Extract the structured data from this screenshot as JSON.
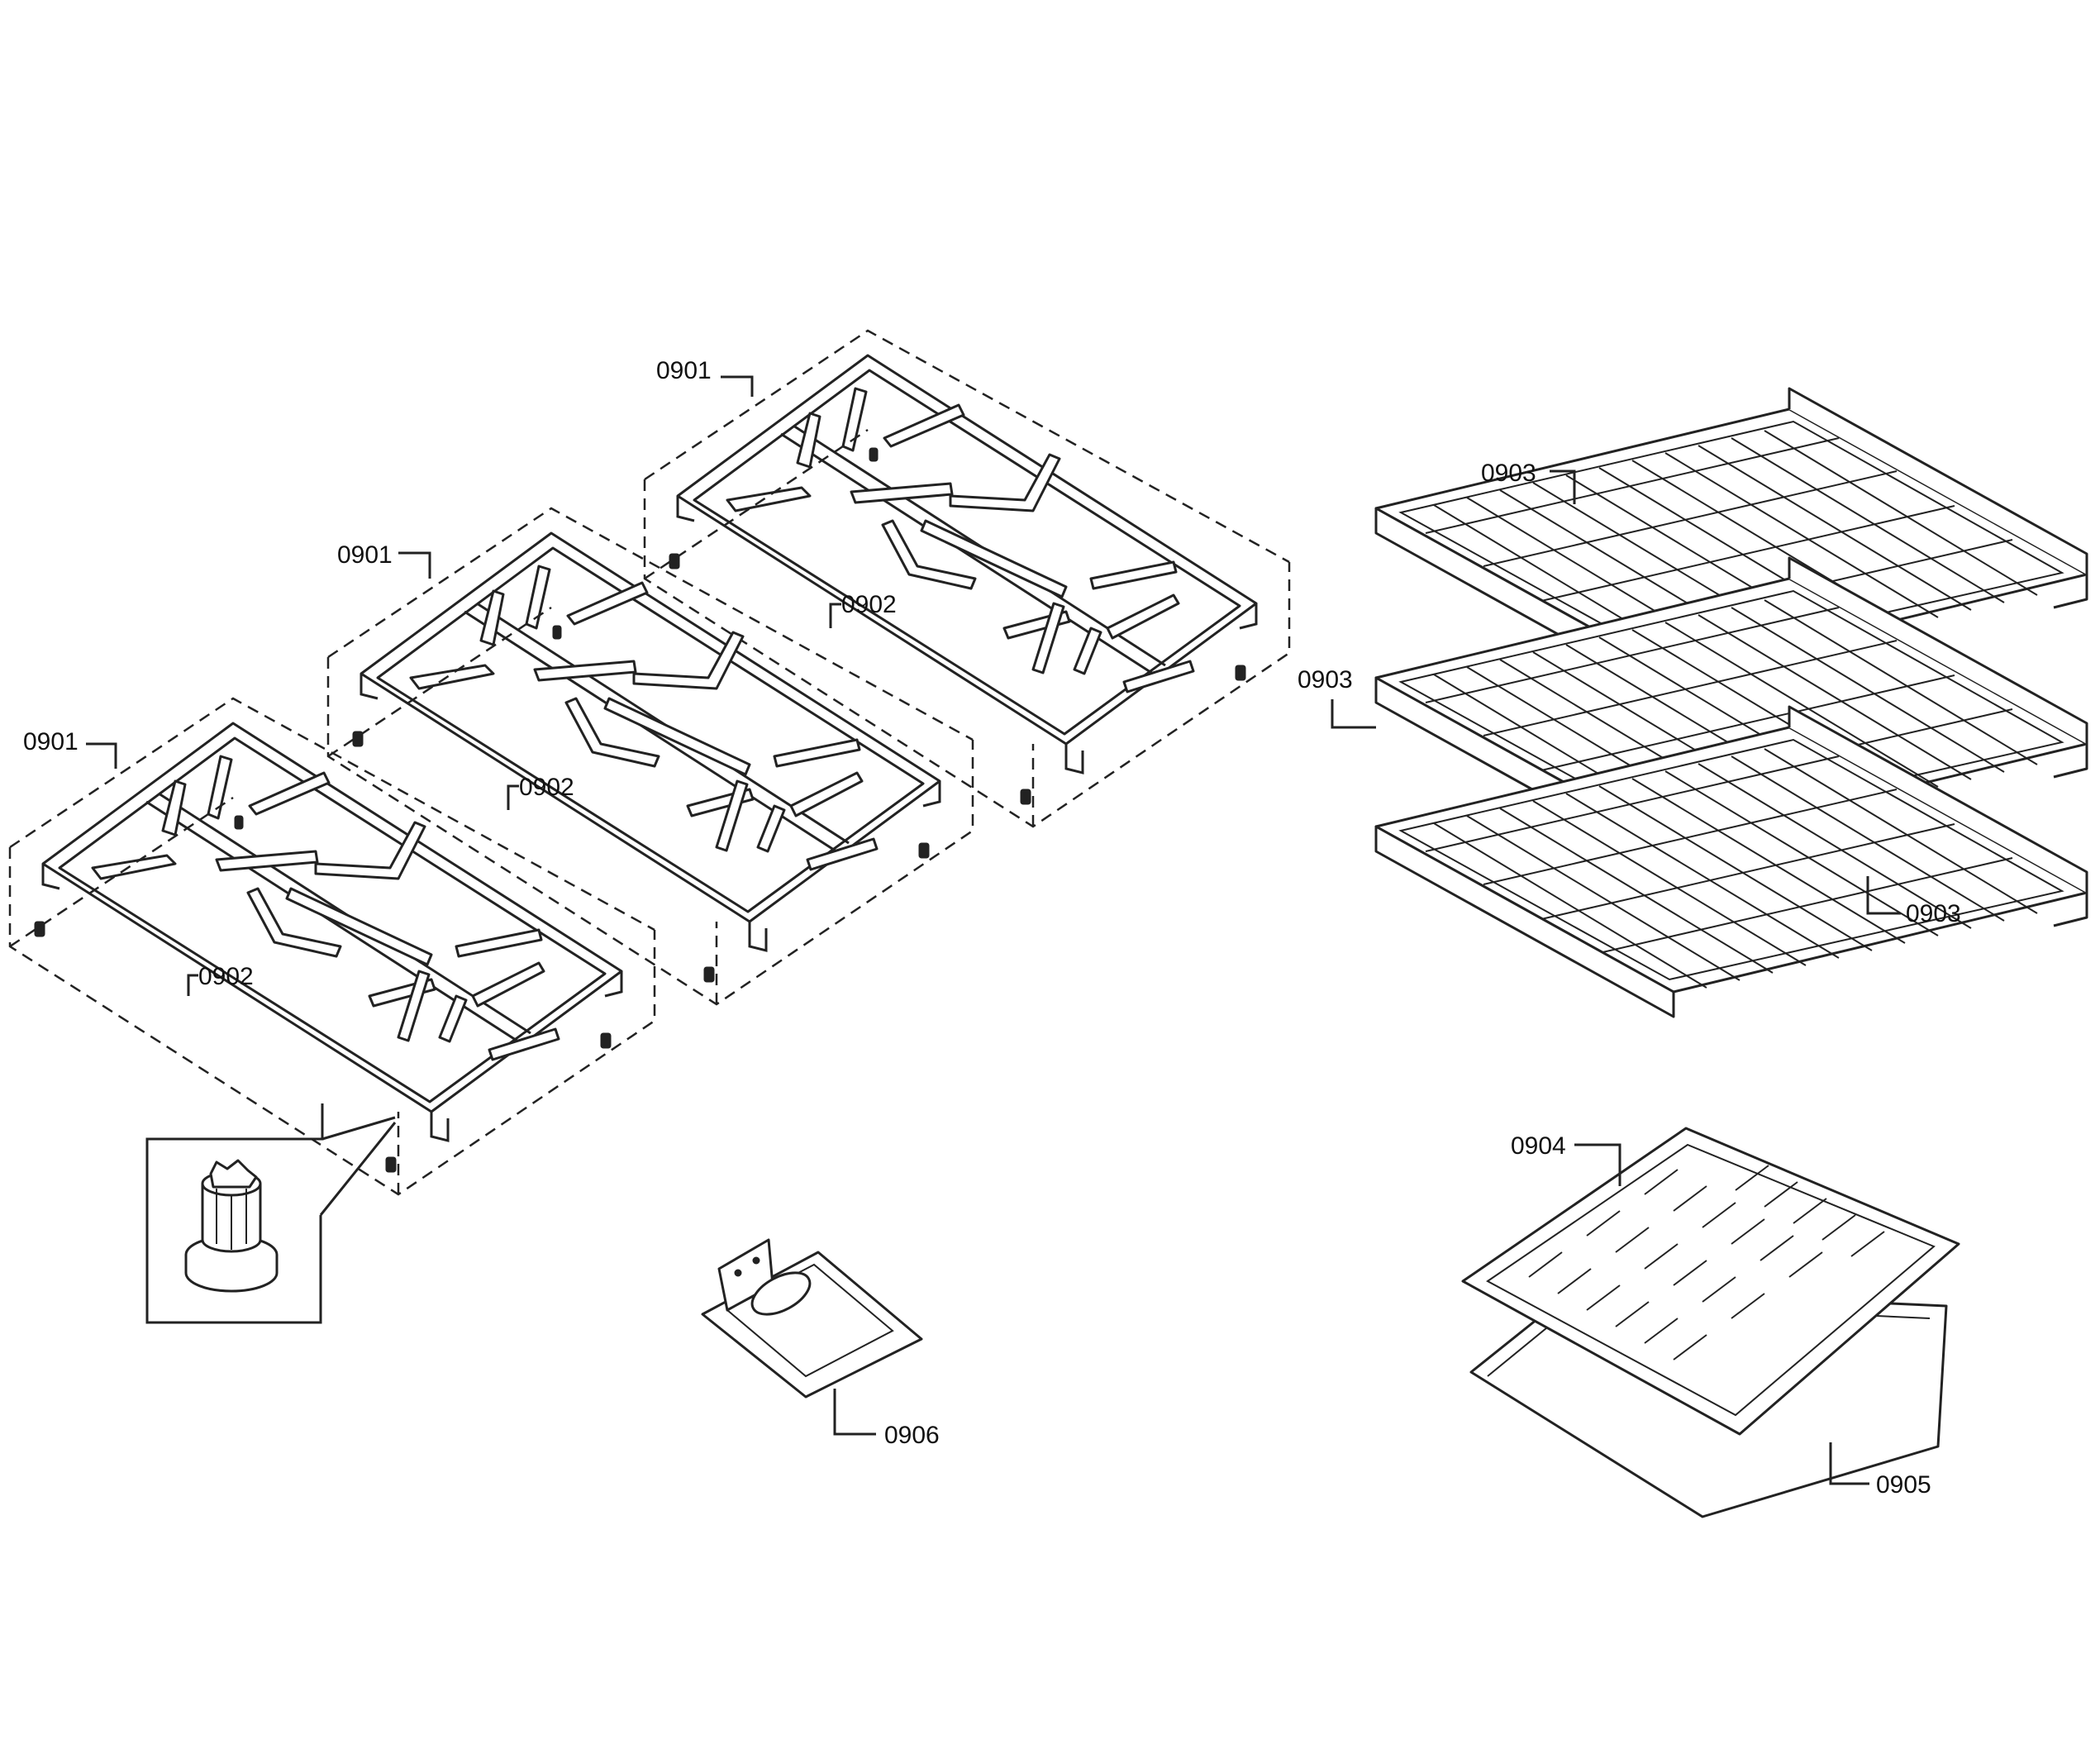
{
  "callouts": {
    "grate_left": "0901",
    "grate_middle": "0901",
    "grate_right": "0901",
    "foot_left": "0902",
    "foot_middle": "0902",
    "foot_right": "0902",
    "rack_top": "0903",
    "rack_middle": "0903",
    "rack_bottom": "0903",
    "broil_pan_insert": "0904",
    "broil_pan": "0905",
    "bracket": "0906"
  }
}
